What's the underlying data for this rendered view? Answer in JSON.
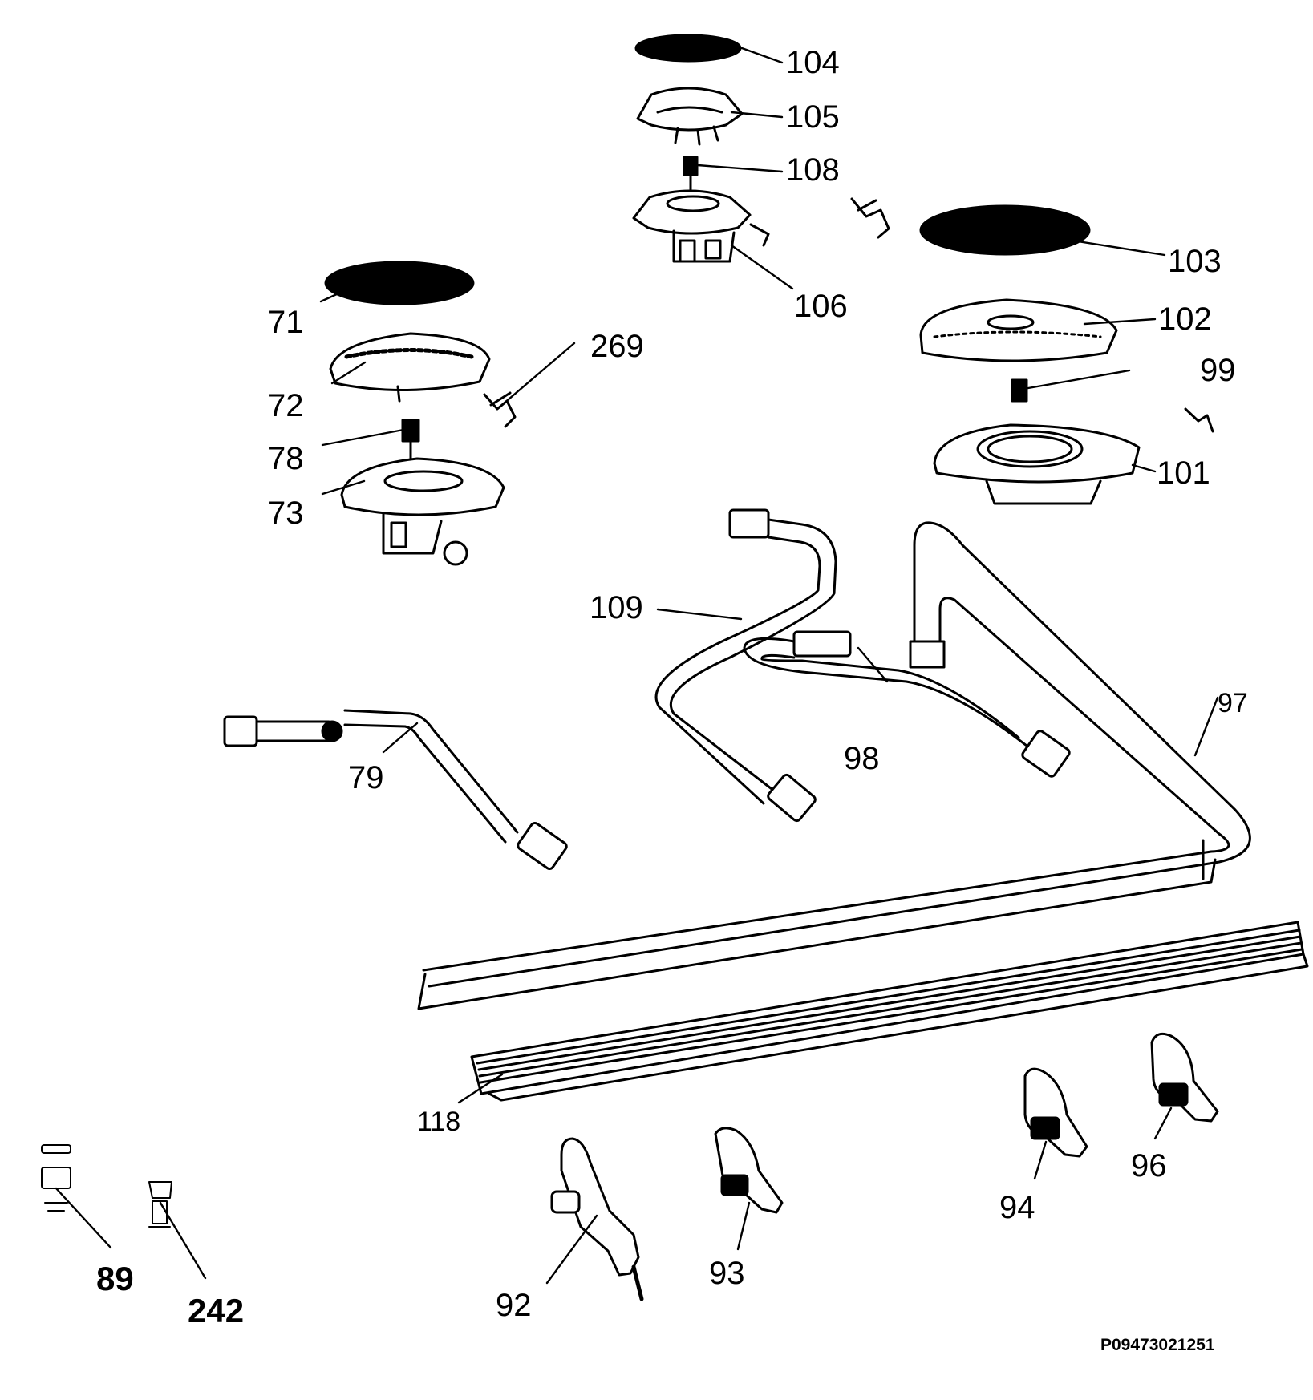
{
  "diagram_id": "P09473021251",
  "part_numbers": {
    "p71": "71",
    "p72": "72",
    "p73": "73",
    "p78": "78",
    "p79": "79",
    "p89": "89",
    "p92": "92",
    "p93": "93",
    "p94": "94",
    "p96": "96",
    "p97": "97",
    "p98": "98",
    "p99": "99",
    "p101": "101",
    "p102": "102",
    "p103": "103",
    "p104": "104",
    "p105": "105",
    "p106": "106",
    "p108": "108",
    "p109": "109",
    "p118": "118",
    "p242": "242",
    "p269": "269"
  },
  "colors": {
    "ink": "#000000",
    "paper": "#ffffff"
  }
}
